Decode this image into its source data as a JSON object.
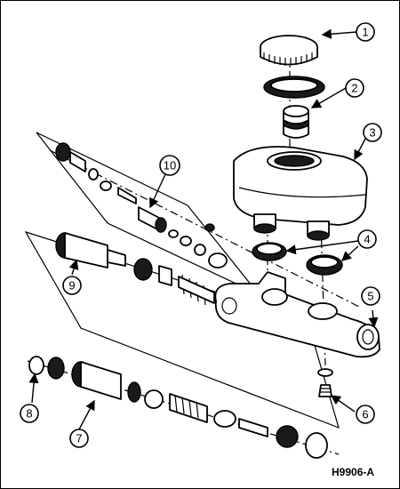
{
  "callouts": [
    "1",
    "2",
    "3",
    "4",
    "5",
    "6",
    "7",
    "8",
    "9",
    "10"
  ],
  "figure_code": "H9906-A"
}
